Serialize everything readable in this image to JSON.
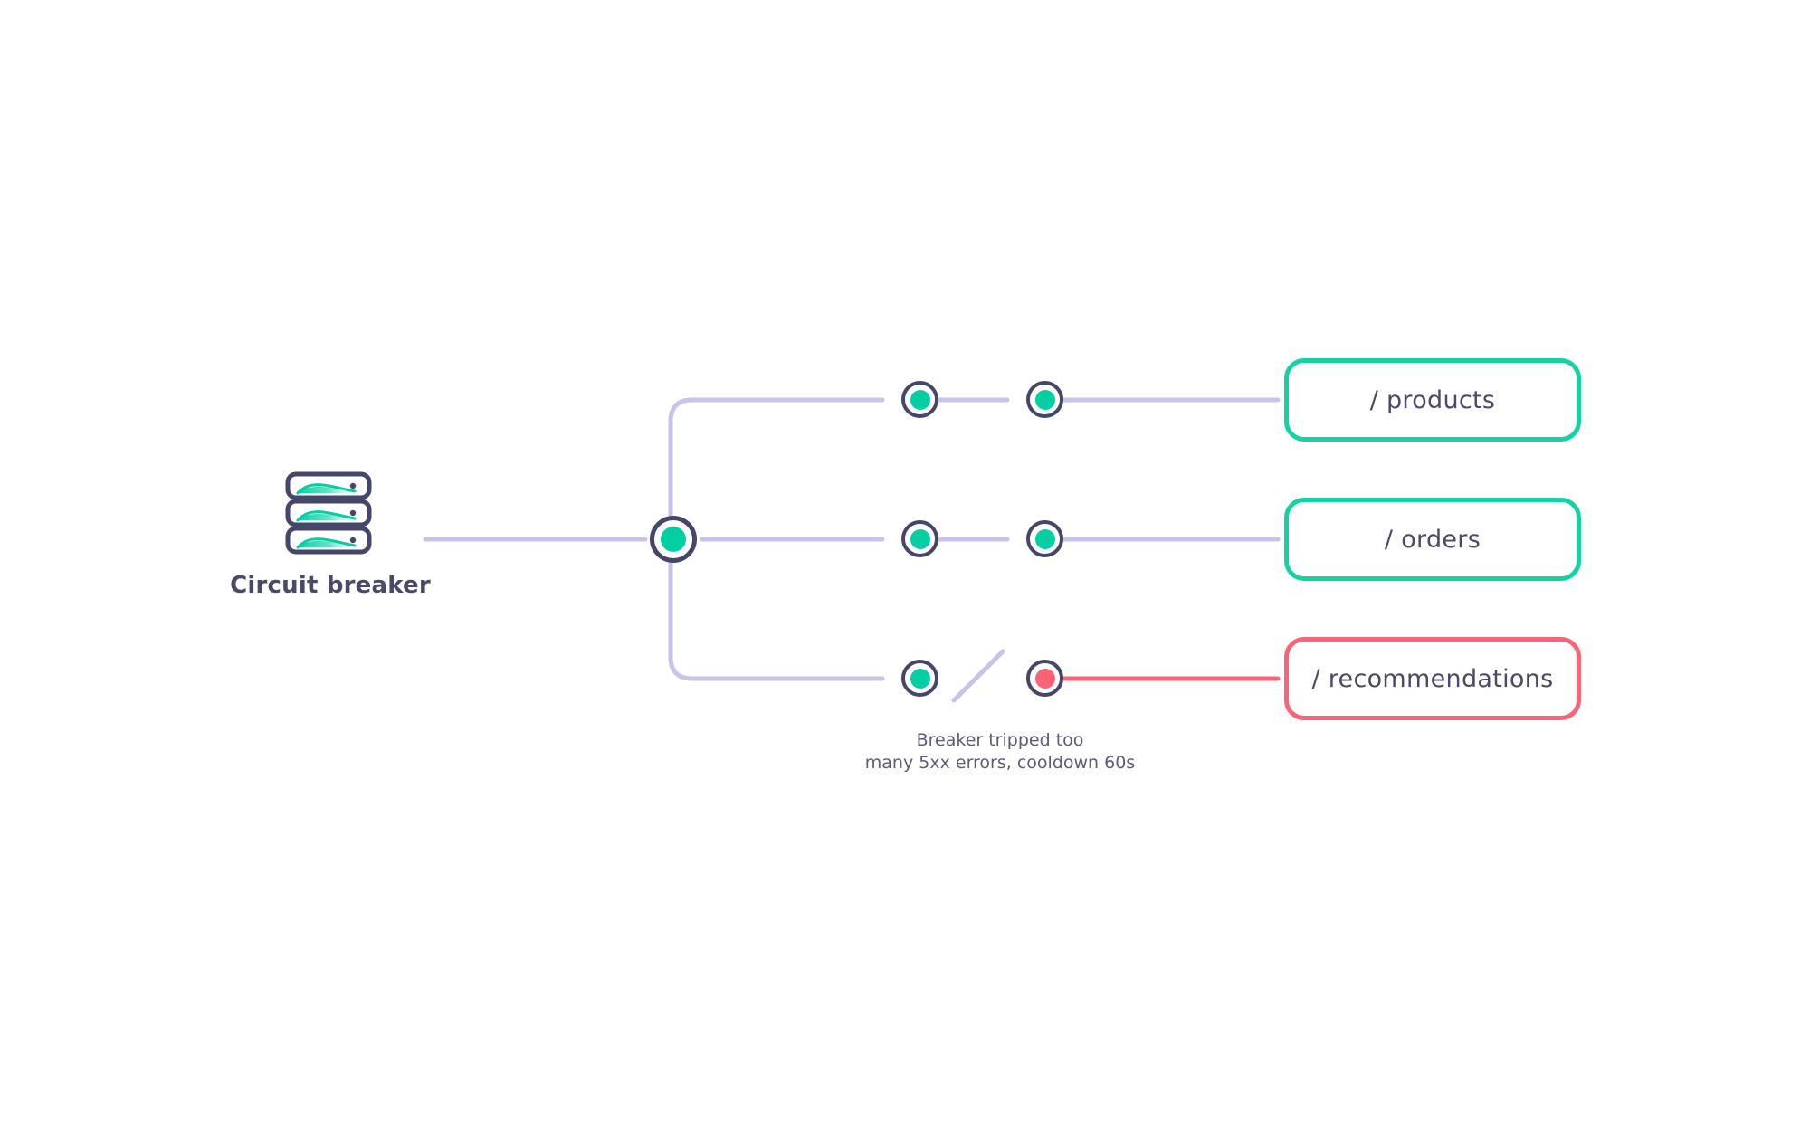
{
  "diagram": {
    "type": "circuit-breaker-routing",
    "background": "#ffffff",
    "source": {
      "label": "Circuit breaker",
      "icon": "server-stack-icon",
      "rack_units": 3
    },
    "note": {
      "line1": "Breaker tripped too",
      "line2": "many 5xx errors, cooldown 60s"
    },
    "routes": [
      {
        "label": "/ products",
        "state": "healthy",
        "border_color": "#13d2a4",
        "link_color": "#c6c4e8",
        "relay_1_color": "#04cfa2",
        "relay_2_color": "#04cfa2",
        "broken": false
      },
      {
        "label": "/ orders",
        "state": "healthy",
        "border_color": "#13d2a4",
        "link_color": "#c6c4e8",
        "relay_1_color": "#04cfa2",
        "relay_2_color": "#04cfa2",
        "broken": false
      },
      {
        "label": "/ recommendations",
        "state": "tripped",
        "border_color": "#fa6476",
        "link_color": "#fa6476",
        "relay_1_color": "#04cfa2",
        "relay_2_color": "#fa6476",
        "broken": true
      }
    ],
    "colors": {
      "teal": "#04cfa2",
      "teal_border": "#13d2a4",
      "red": "#fa6476",
      "lavender": "#c6c4e8",
      "ink": "#46466a",
      "text": "#4a4a68",
      "note_text": "#5c5c7a"
    }
  }
}
